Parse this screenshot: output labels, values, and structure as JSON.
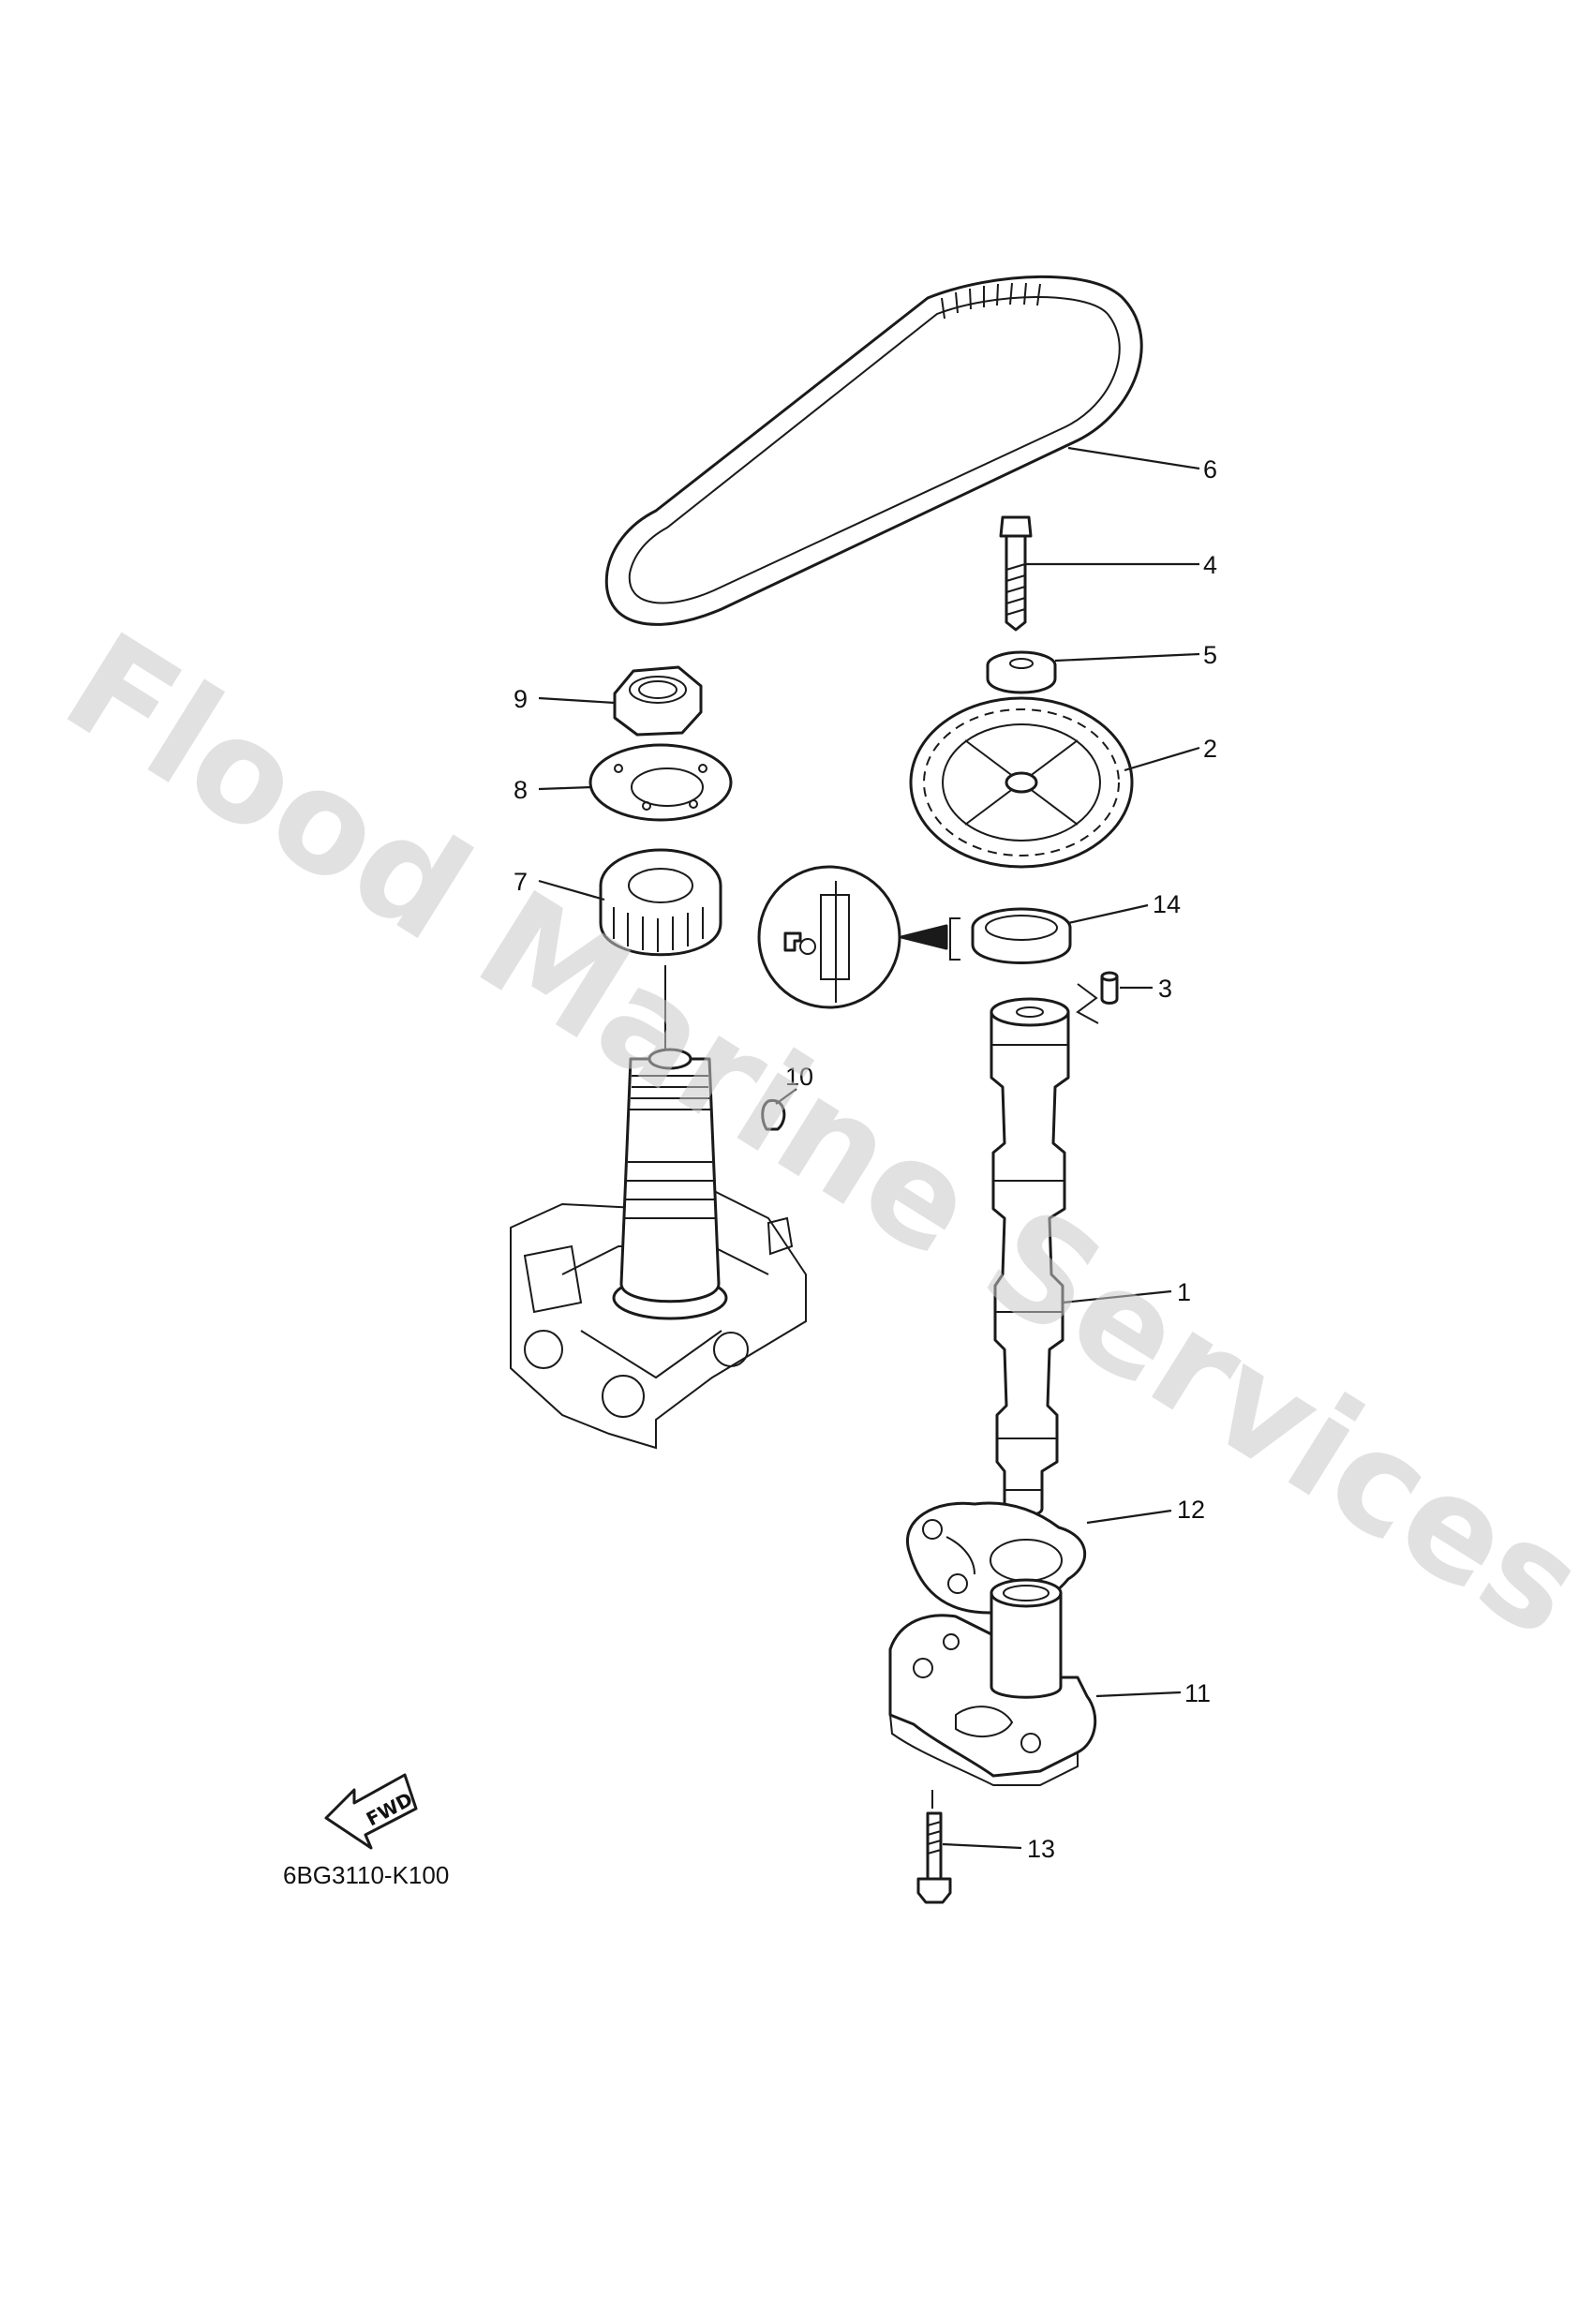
{
  "watermark": "Flood Marine Services",
  "diagram_code": "6BG3110-K100",
  "fwd_label": "FWD",
  "callouts": {
    "p1": "1",
    "p2": "2",
    "p3": "3",
    "p4": "4",
    "p5": "5",
    "p6": "6",
    "p7": "7",
    "p8": "8",
    "p9": "9",
    "p10": "10",
    "p11": "11",
    "p12": "12",
    "p13": "13",
    "p14": "14"
  },
  "colors": {
    "line": "#1a1a1a",
    "watermark": "#c8c8c8",
    "background": "#ffffff"
  }
}
